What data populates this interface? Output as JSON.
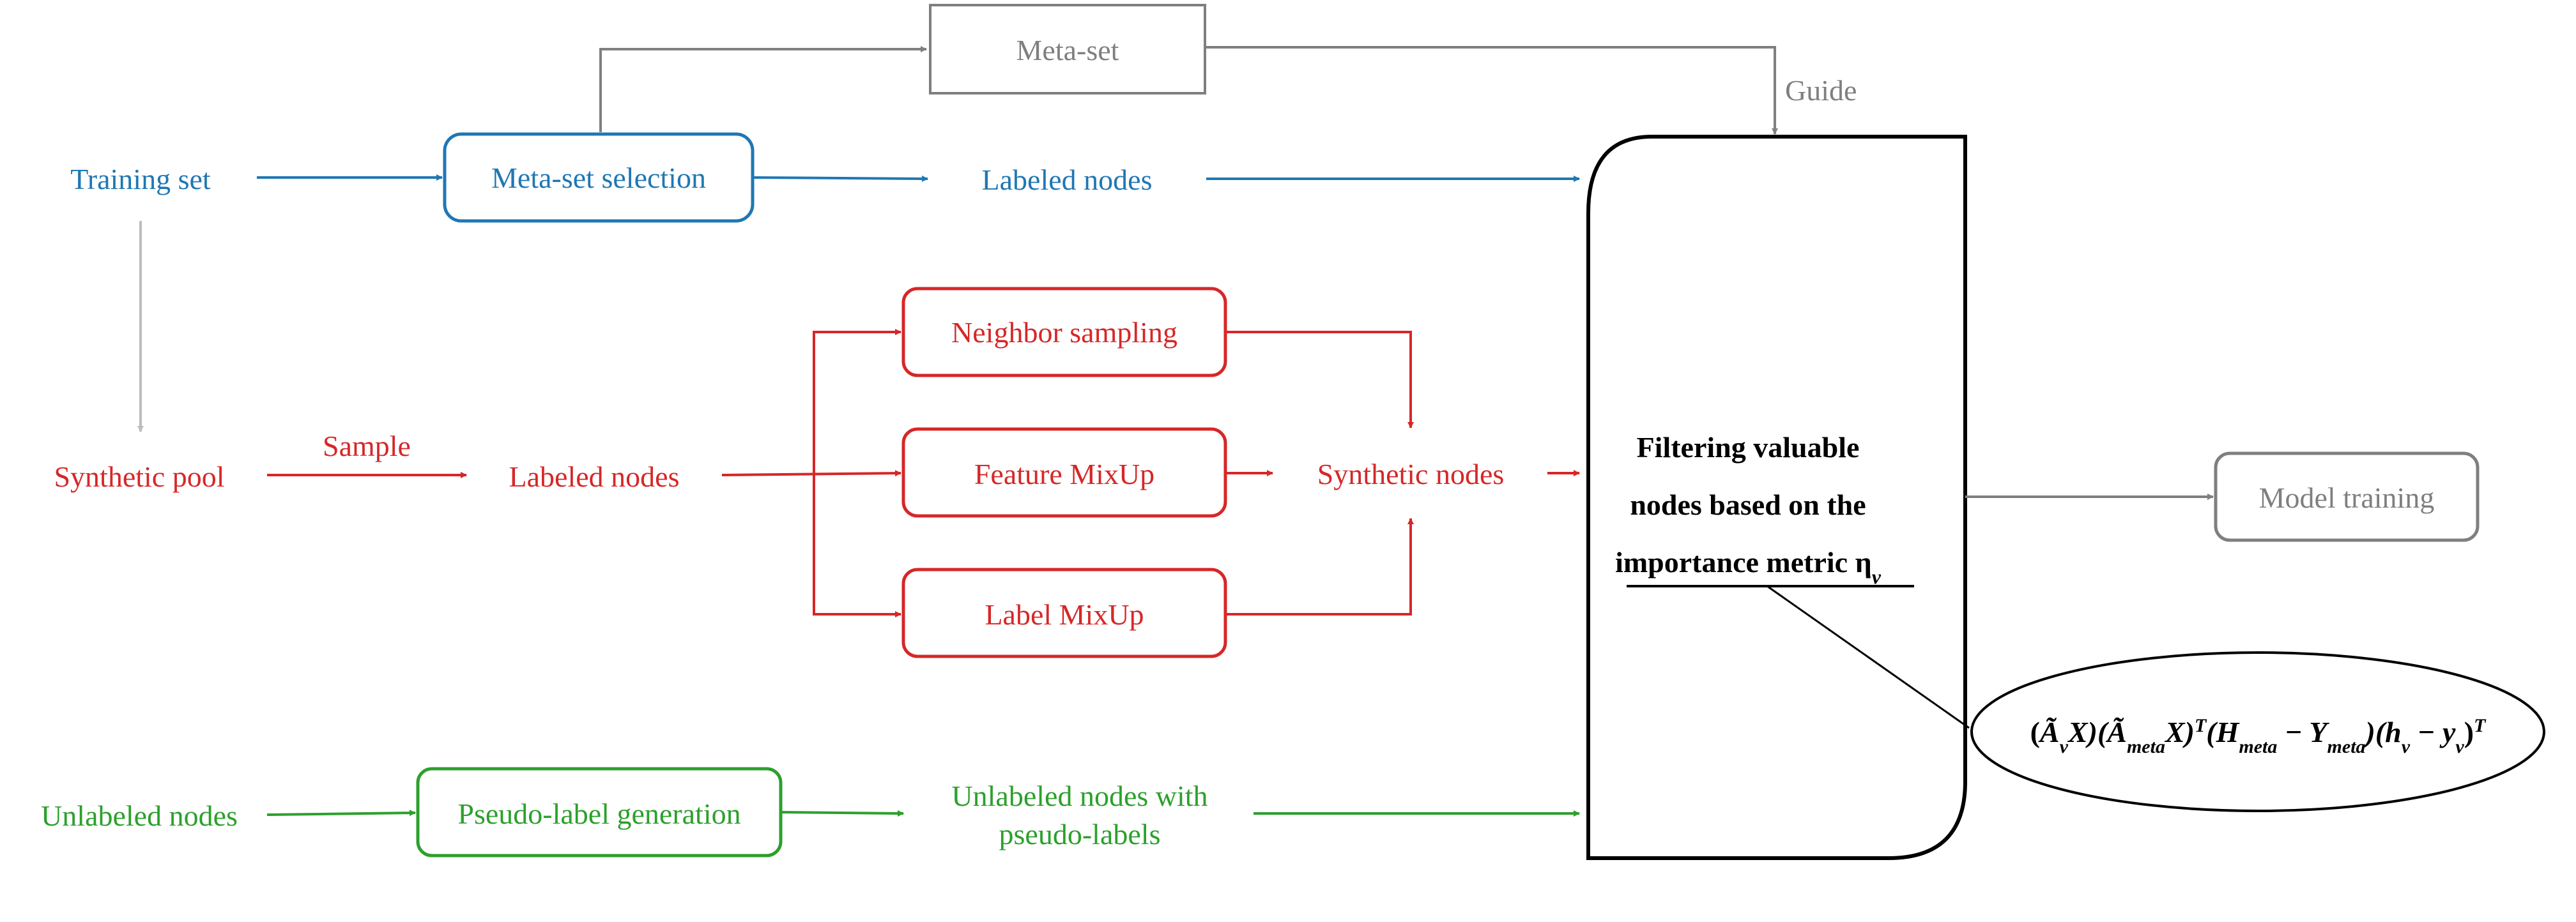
{
  "colors": {
    "blue": "#1f77b4",
    "red": "#d62728",
    "green": "#2ca02c",
    "gray": "#7f7f7f",
    "light_gray": "#bdbdbd",
    "black": "#000000"
  },
  "nodes": {
    "meta_set": "Meta-set",
    "guide": "Guide",
    "training_set": "Training set",
    "meta_set_selection": "Meta-set selection",
    "labeled_nodes_top": "Labeled nodes",
    "synthetic_pool": "Synthetic pool",
    "sample": "Sample",
    "labeled_nodes_mid": "Labeled nodes",
    "neighbor_sampling": "Neighbor sampling",
    "feature_mixup": "Feature MixUp",
    "label_mixup": "Label MixUp",
    "synthetic_nodes": "Synthetic nodes",
    "unlabeled_nodes": "Unlabeled nodes",
    "pseudo_label_generation": "Pseudo-label generation",
    "unlabeled_with_pseudo_line1": "Unlabeled nodes with",
    "unlabeled_with_pseudo_line2": "pseudo-labels",
    "model_training": "Model training"
  },
  "filter_box": {
    "line1": "Filtering valuable",
    "line2": "nodes based on the",
    "line3": "importance metric η",
    "line3_sub": "v"
  },
  "formula": {
    "p1": "(",
    "A": "Ã",
    "v_sub": "v",
    "p2": "X)(",
    "A2": "Ã",
    "meta_sub": "meta",
    "p3": "X)",
    "T1": "T",
    "p4": "(H",
    "meta_sub2": "meta",
    "p5": " − Y",
    "meta_sub3": "meta",
    "p6": ")(h",
    "v_sub2": "v",
    "p7": " − y",
    "v_sub3": "v",
    "p8": ")",
    "T2": "T"
  }
}
